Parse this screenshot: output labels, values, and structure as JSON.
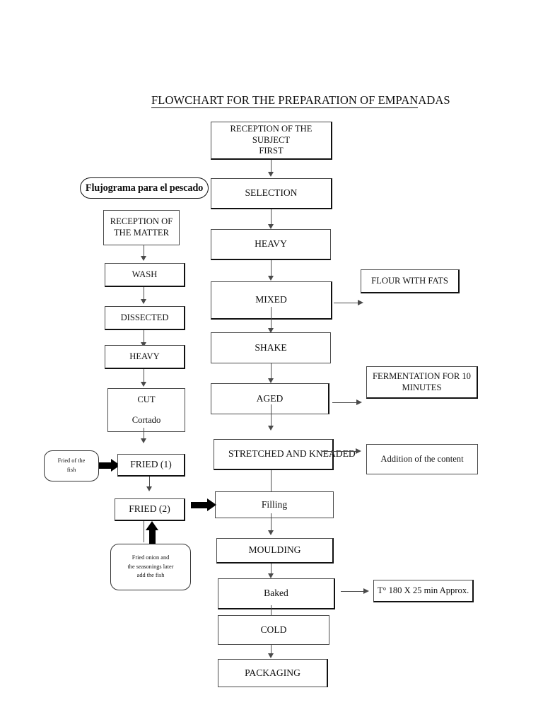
{
  "document": {
    "title": "FLOWCHART FOR THE PREPARATION OF EMPANADAS",
    "title_underlined_part": "FLOWCHART FOR THE PREPARATION OF EMPAN",
    "title_tail": "ADAS",
    "page_background": "#ffffff",
    "ink_color": "#111111"
  },
  "fish_branch": {
    "header_bubble": "Flujograma para el pescado",
    "steps": [
      {
        "id": "reception-matter",
        "line1": "RECEPTION OF",
        "line2": "THE MATTER"
      },
      {
        "id": "wash",
        "line1": "WASH"
      },
      {
        "id": "dissected",
        "line1": "DISSECTED"
      },
      {
        "id": "heavy-fish",
        "line1": "HEAVY"
      },
      {
        "id": "cut",
        "line1": "CUT",
        "line2": "Cortado"
      },
      {
        "id": "fried-1",
        "line1": "FRIED (1)"
      },
      {
        "id": "fried-2",
        "line1": "FRIED (2)"
      }
    ],
    "notes": [
      {
        "id": "fried-of-the-fish",
        "line1": "Fried of the",
        "line2": "fish"
      },
      {
        "id": "fried-onion",
        "line1": "Fried onion and",
        "line2": "the seasonings later",
        "line3": "add the fish"
      }
    ]
  },
  "main_branch": {
    "steps": [
      {
        "id": "reception-subject",
        "line1": "RECEPTION OF THE SUBJECT",
        "line2": "FIRST"
      },
      {
        "id": "selection",
        "line1": "SELECTION"
      },
      {
        "id": "heavy",
        "line1": "HEAVY"
      },
      {
        "id": "mixed",
        "line1": "MIXED"
      },
      {
        "id": "shake",
        "line1": "SHAKE"
      },
      {
        "id": "aged",
        "line1": "AGED"
      },
      {
        "id": "stretched-kneaded",
        "line1": "STRETCHED AND KNEADED"
      },
      {
        "id": "filling",
        "line1": "Filling"
      },
      {
        "id": "moulding",
        "line1": "MOULDING"
      },
      {
        "id": "baked",
        "line1": "Baked"
      },
      {
        "id": "cold",
        "line1": "COLD"
      },
      {
        "id": "packaging",
        "line1": "PACKAGING"
      }
    ],
    "side_notes": [
      {
        "id": "flour-with-fats",
        "from": "mixed",
        "text": "FLOUR WITH FATS"
      },
      {
        "id": "fermentation",
        "from": "aged",
        "line1": "FERMENTATION FOR 10",
        "line2": "MINUTES"
      },
      {
        "id": "addition-content",
        "from": "stretched-kneaded",
        "text": "Addition of the content"
      },
      {
        "id": "baking-temp",
        "from": "baked",
        "text": "T° 180 X 25 min Approx."
      }
    ]
  }
}
